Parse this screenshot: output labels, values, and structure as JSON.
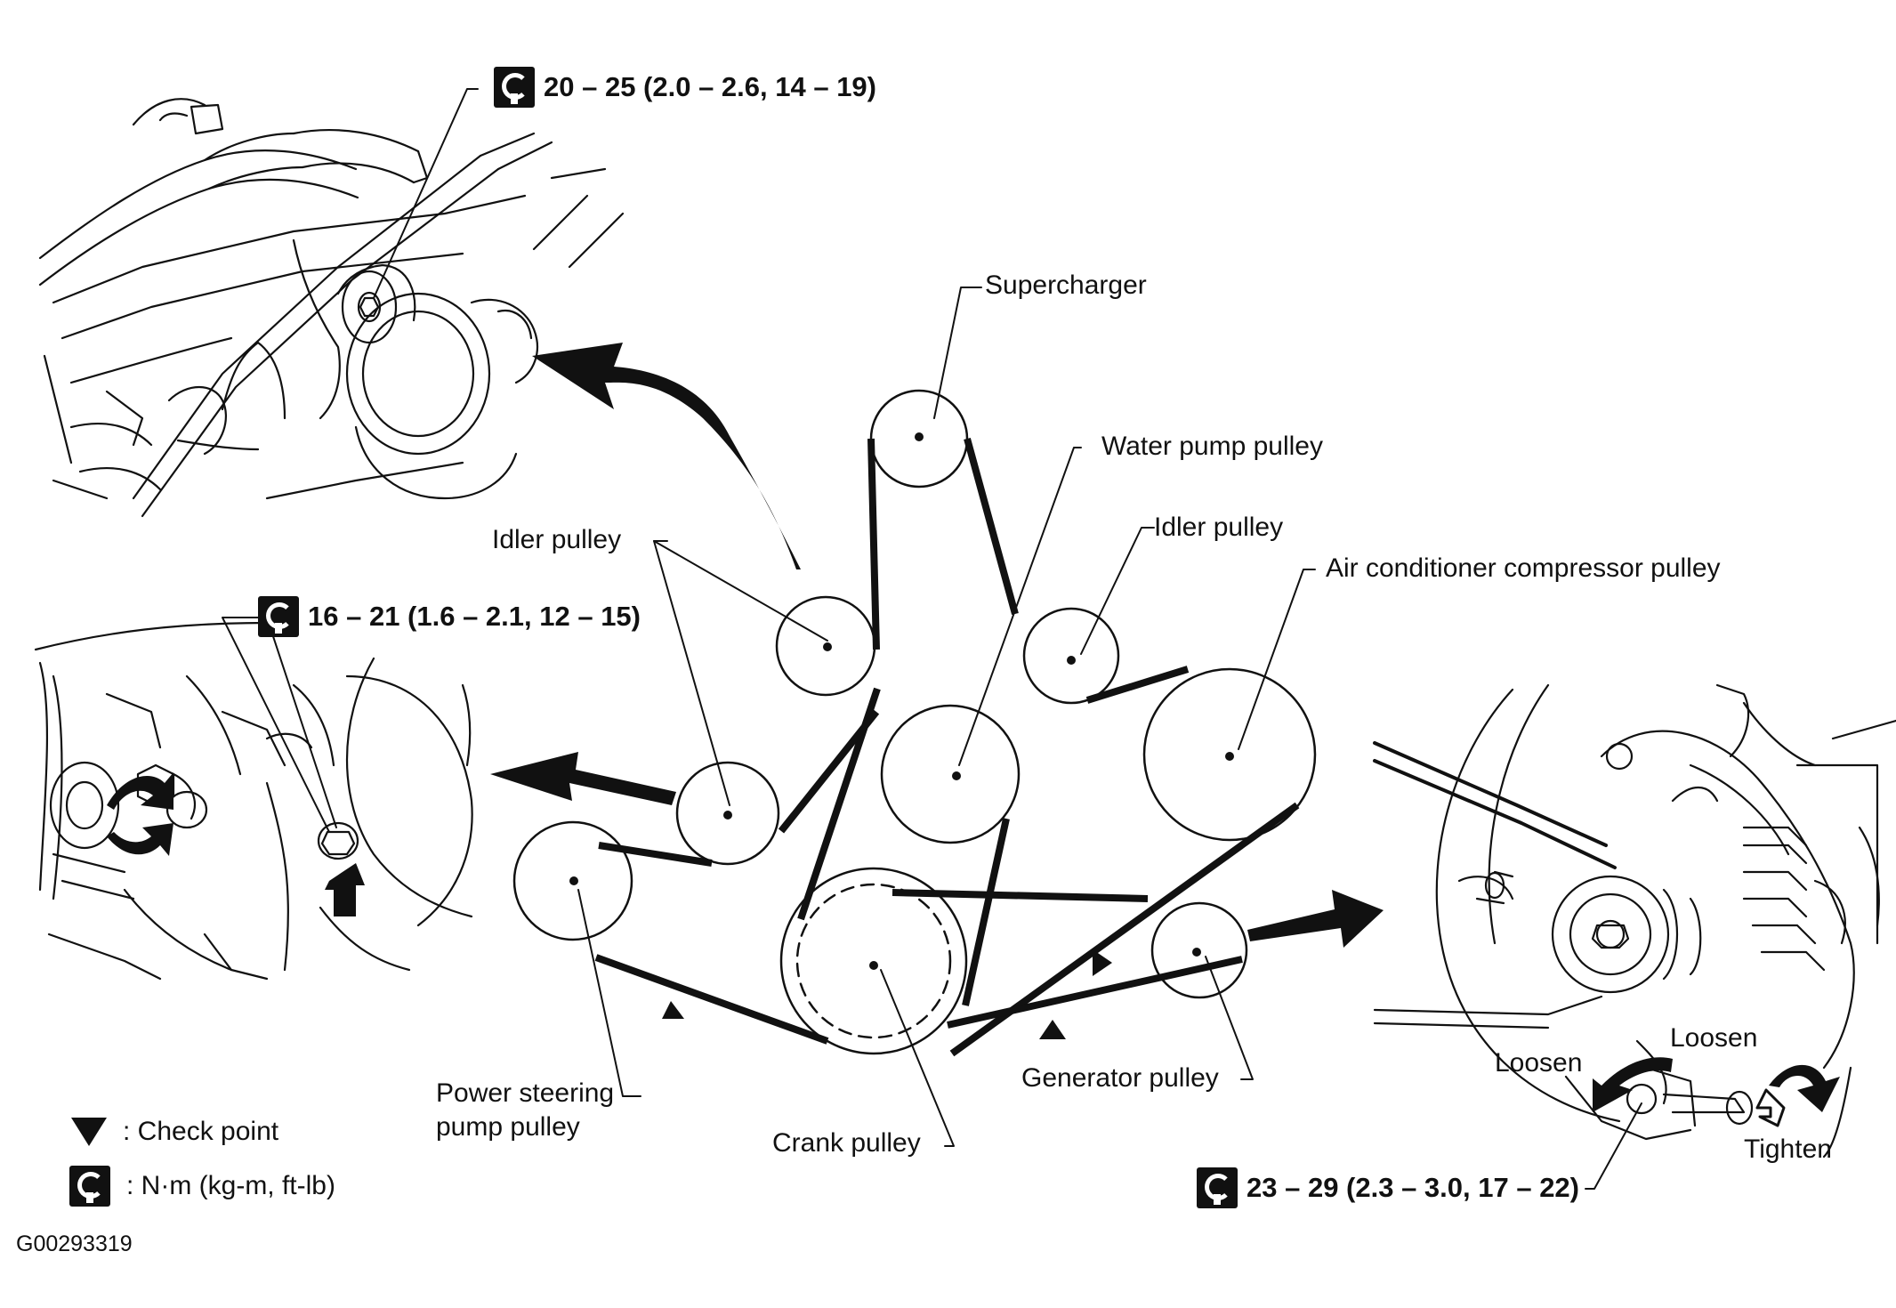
{
  "labels": {
    "supercharger": "Supercharger",
    "water_pump": "Water pump pulley",
    "idler_left": "Idler pulley",
    "idler_right": "Idler pulley",
    "ac_compressor": "Air conditioner compressor pulley",
    "power_steering_line1": "Power steering",
    "power_steering_line2": "pump pulley",
    "crank": "Crank pulley",
    "generator": "Generator pulley",
    "loosen_left": "Loosen",
    "loosen_right": "Loosen",
    "tighten": "Tighten"
  },
  "torque": {
    "top": "20 – 25 (2.0 – 2.6, 14 – 19)",
    "middle": "16 – 21 (1.6 – 2.1, 12 – 15)",
    "bottom": "23 – 29 (2.3 – 3.0, 17 – 22)"
  },
  "legend": {
    "check_point": ": Check point",
    "units": ": N·m (kg-m, ft-lb)"
  },
  "figure_id": "G00293319",
  "icons": {
    "check_point": "black-down-triangle",
    "torque": "torque-wrench-icon"
  }
}
